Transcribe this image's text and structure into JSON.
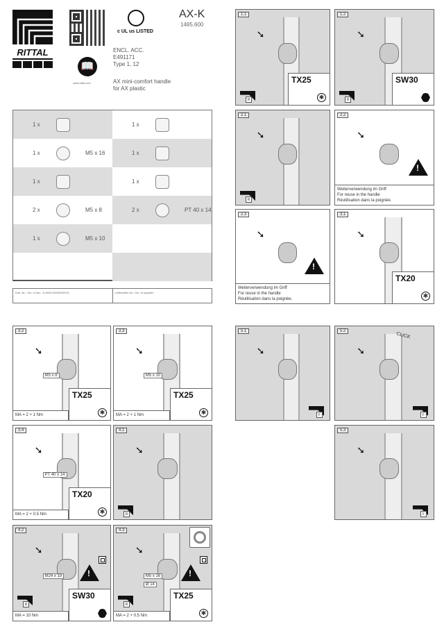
{
  "header": {
    "brand": "RITTAL",
    "title": "AX-K",
    "code": "1485.600",
    "cert": [
      "ENCL. ACC.",
      "E491171",
      "Type 1, 12"
    ],
    "ul_mark": "c UL us LISTED",
    "website": "www.rittal.com",
    "description": [
      "AX mini-comfort handle",
      "for AX plastic"
    ]
  },
  "parts": [
    {
      "qty": "1 x",
      "spec": ""
    },
    {
      "qty": "1 x",
      "spec": ""
    },
    {
      "qty": "1 x",
      "spec": "M5 x 16"
    },
    {
      "qty": "1 x",
      "spec": ""
    },
    {
      "qty": "1 x",
      "spec": ""
    },
    {
      "qty": "1 x",
      "spec": ""
    },
    {
      "qty": "2 x",
      "spec": "M5 x 8"
    },
    {
      "qty": "2 x",
      "spec": "PT 40 x 14"
    },
    {
      "qty": "1 x",
      "spec": "M5 x 10"
    },
    {
      "qty": "",
      "spec": ""
    },
    {
      "qty": "",
      "spec": ""
    },
    {
      "qty": "",
      "spec": ""
    }
  ],
  "doc": {
    "doc_no": "Dok.-Nr. / No. of doc.: D-0000-00002289-00",
    "supplier": "Lieferanten-Nr. / No. of supplier:"
  },
  "steps": {
    "s11": {
      "label": "1.1",
      "tool": "TX25",
      "flag": "R"
    },
    "s12": {
      "label": "1.2",
      "tool": "SW30",
      "flag": "R"
    },
    "s21": {
      "label": "2.1",
      "flag": "R"
    },
    "s22": {
      "label": "2.2",
      "note": [
        "Weiterverwendung im Griff",
        "For reuse in the handle",
        "Réutilisation dans la poignée."
      ]
    },
    "s23": {
      "label": "2.3",
      "note": [
        "Weiterverwendung im Griff",
        "For reuse in the handle",
        "Réutilisation dans la poignée."
      ]
    },
    "s31": {
      "label": "3.1",
      "tool": "TX20"
    },
    "s32": {
      "label": "3.2",
      "tool": "TX25",
      "dim": "M5 x 8",
      "torque": "MA = 2 + 1 Nm"
    },
    "s33": {
      "label": "3.3",
      "tool": "TX25",
      "dim": "M5 x 10",
      "torque": "MA = 2 + 1 Nm"
    },
    "s34": {
      "label": "3.4",
      "tool": "TX20",
      "dim": "PT 40 x 14",
      "torque": "MA = 2 + 0.5 Nm"
    },
    "s41": {
      "label": "4.1",
      "flag": "R"
    },
    "s42": {
      "label": "4.2",
      "tool": "SW30",
      "dim": "M24 x 19",
      "torque": "MA = 10 Nm",
      "flag": "R"
    },
    "s43": {
      "label": "4.3",
      "tool": "TX25",
      "dim": "M5 x 16",
      "dim2": "Ø 14",
      "torque": "MA = 2 + 0.5 Nm",
      "flag": "R"
    },
    "s51": {
      "label": "5.1",
      "flag": "F"
    },
    "s52": {
      "label": "5.2",
      "flag": "F",
      "click": "CLICK"
    },
    "s53": {
      "label": "5.3",
      "flag": "F"
    }
  }
}
